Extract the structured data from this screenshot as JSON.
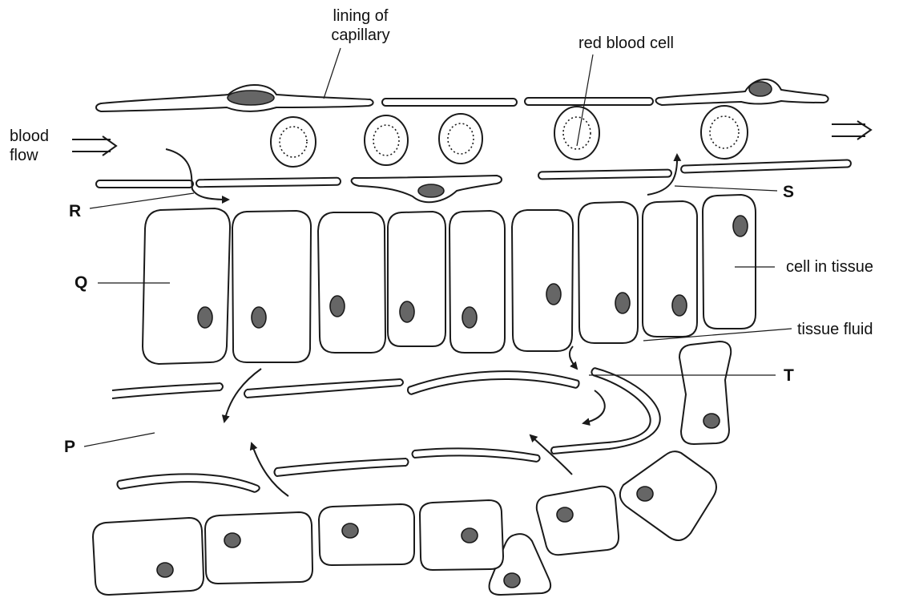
{
  "labels": {
    "lining_of_capillary": [
      "lining of",
      "capillary"
    ],
    "red_blood_cell": "red blood cell",
    "blood_flow": [
      "blood",
      "flow"
    ],
    "cell_in_tissue": "cell in tissue",
    "tissue_fluid": "tissue fluid",
    "letter_P": "P",
    "letter_Q": "Q",
    "letter_R": "R",
    "letter_S": "S",
    "letter_T": "T"
  },
  "colors": {
    "outline": "#1a1a1a",
    "nucleus": "#666666",
    "background": "#ffffff"
  }
}
